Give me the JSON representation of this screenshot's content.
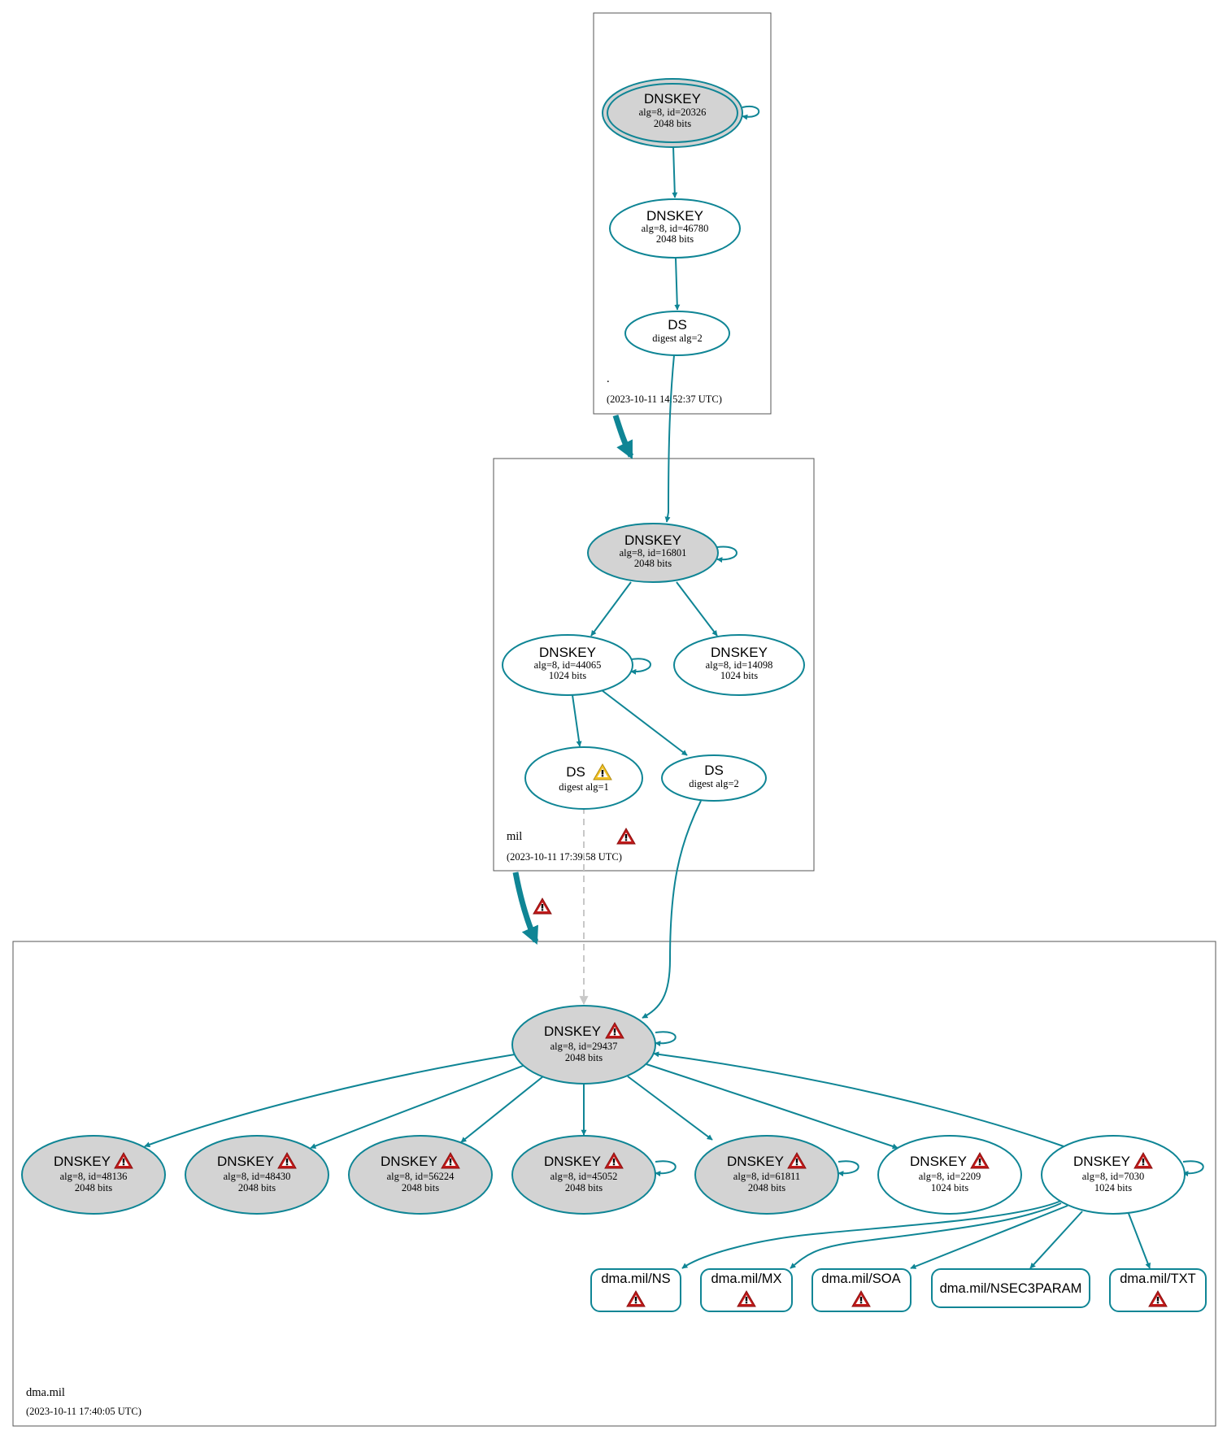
{
  "zones": [
    {
      "name": ".",
      "timestamp": "(2023-10-11 14:52:37 UTC)",
      "warning": false
    },
    {
      "name": "mil",
      "timestamp": "(2023-10-11 17:39:58 UTC)",
      "warning": true
    },
    {
      "name": "dma.mil",
      "timestamp": "(2023-10-11 17:40:05 UTC)",
      "warning": false
    }
  ],
  "nodes": {
    "root_ksk": {
      "title": "DNSKEY",
      "line1": "alg=8, id=20326",
      "line2": "2048 bits"
    },
    "root_zsk": {
      "title": "DNSKEY",
      "line1": "alg=8, id=46780",
      "line2": "2048 bits"
    },
    "root_ds": {
      "title": "DS",
      "line1": "digest alg=2"
    },
    "mil_ksk": {
      "title": "DNSKEY",
      "line1": "alg=8, id=16801",
      "line2": "2048 bits"
    },
    "mil_zsk1": {
      "title": "DNSKEY",
      "line1": "alg=8, id=44065",
      "line2": "1024 bits"
    },
    "mil_zsk2": {
      "title": "DNSKEY",
      "line1": "alg=8, id=14098",
      "line2": "1024 bits"
    },
    "mil_ds1": {
      "title": "DS",
      "line1": "digest alg=1"
    },
    "mil_ds2": {
      "title": "DS",
      "line1": "digest alg=2"
    },
    "dma_ksk": {
      "title": "DNSKEY",
      "line1": "alg=8, id=29437",
      "line2": "2048 bits"
    },
    "dma_k1": {
      "title": "DNSKEY",
      "line1": "alg=8, id=48136",
      "line2": "2048 bits"
    },
    "dma_k2": {
      "title": "DNSKEY",
      "line1": "alg=8, id=48430",
      "line2": "2048 bits"
    },
    "dma_k3": {
      "title": "DNSKEY",
      "line1": "alg=8, id=56224",
      "line2": "2048 bits"
    },
    "dma_k4": {
      "title": "DNSKEY",
      "line1": "alg=8, id=45052",
      "line2": "2048 bits"
    },
    "dma_k5": {
      "title": "DNSKEY",
      "line1": "alg=8, id=61811",
      "line2": "2048 bits"
    },
    "dma_k6": {
      "title": "DNSKEY",
      "line1": "alg=8, id=2209",
      "line2": "1024 bits"
    },
    "dma_k7": {
      "title": "DNSKEY",
      "line1": "alg=8, id=7030",
      "line2": "1024 bits"
    }
  },
  "rrsets": {
    "ns": "dma.mil/NS",
    "mx": "dma.mil/MX",
    "soa": "dma.mil/SOA",
    "nsec3param": "dma.mil/NSEC3PARAM",
    "txt": "dma.mil/TXT"
  },
  "colors": {
    "edge": "#0f8595",
    "key_signing_fill": "#d3d3d3",
    "node_fill": "#ffffff",
    "warning_red": "#c11a1a",
    "warning_yellow": "#f2c224",
    "insecure_dashed": "#c8c8c8"
  }
}
